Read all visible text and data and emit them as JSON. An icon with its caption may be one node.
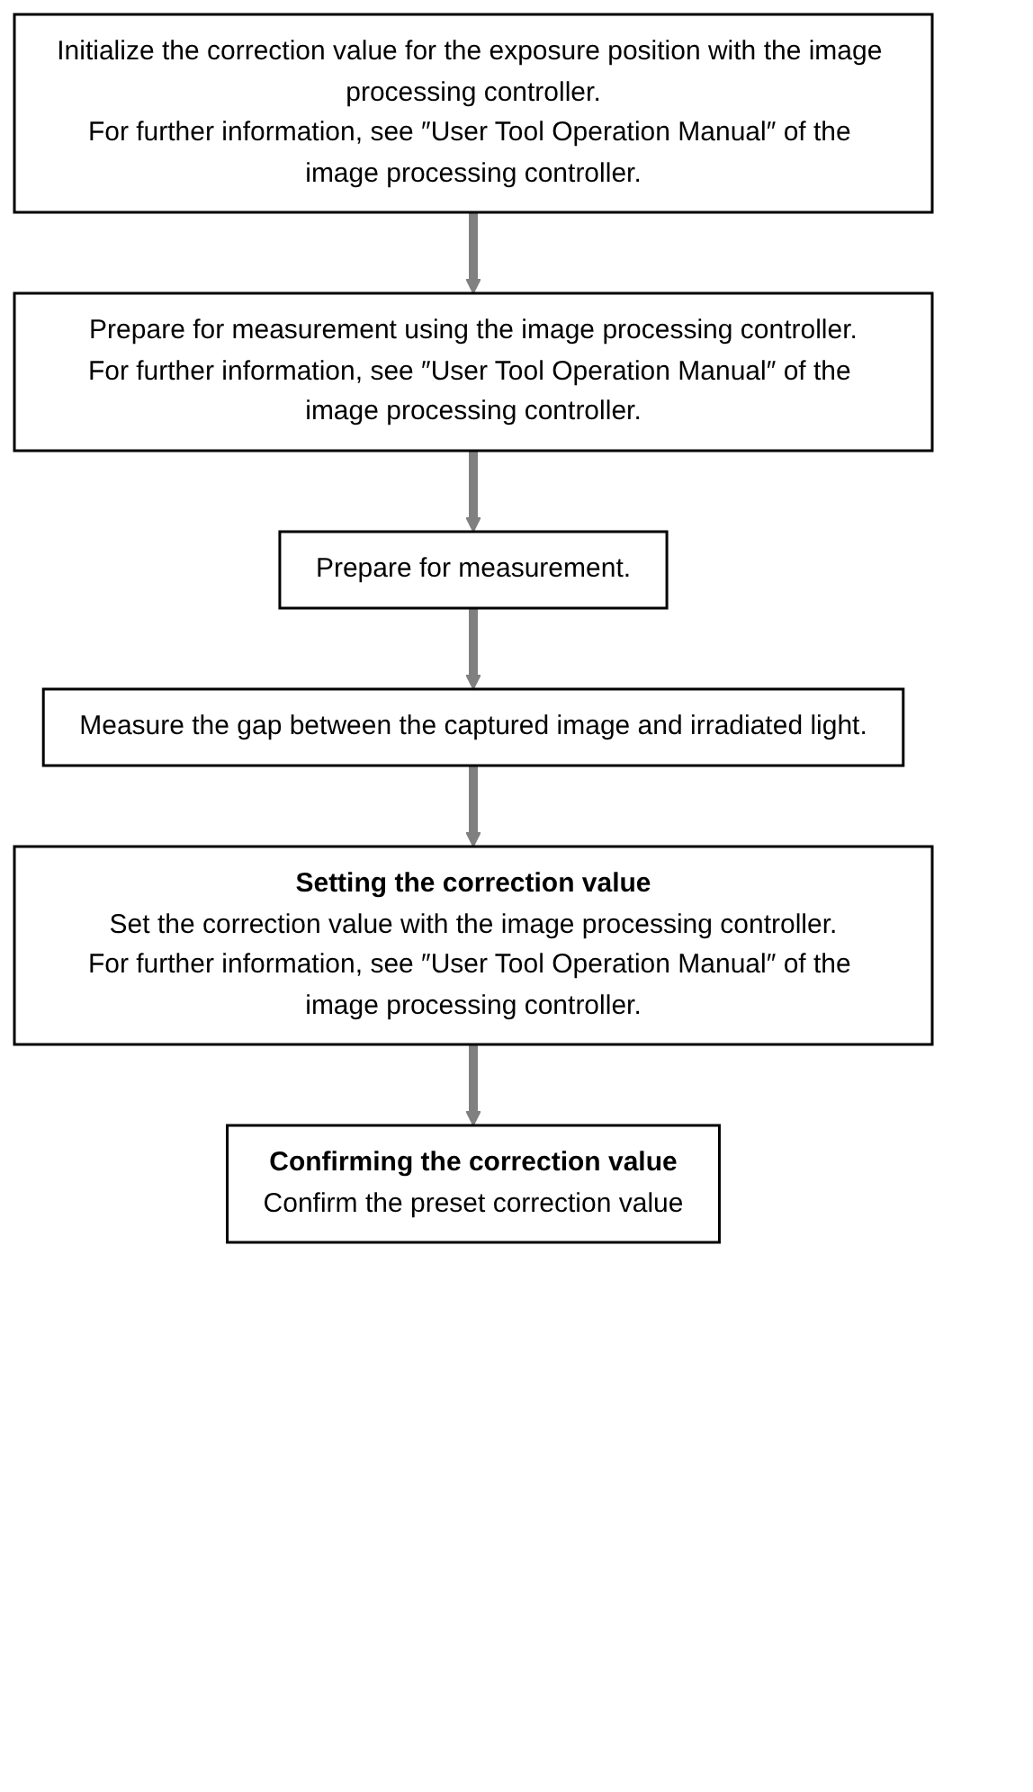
{
  "diagram": {
    "nodes": [
      {
        "text": [
          "Initialize the correction value for the exposure position with the image processing controller.",
          "For further information, see ″User Tool Operation Manual″ of the image processing controller."
        ]
      },
      {
        "text": [
          "Prepare for measurement using the image processing controller.",
          "For further information, see ″User Tool Operation Manual″ of the image processing controller."
        ]
      },
      {
        "text": [
          "Prepare for measurement."
        ]
      },
      {
        "text": [
          "Measure the gap between the captured image and irradiated light."
        ]
      },
      {
        "text": [
          "Setting the correction value",
          "Set the correction value with the image processing controller.",
          "For further information, see ″User Tool Operation Manual″ of the image processing controller."
        ]
      },
      {
        "text": [
          "Confirming the correction value",
          "Confirm the preset correction value"
        ]
      }
    ],
    "edges": [
      {
        "from": 0,
        "to": 1,
        "arrow": "to"
      },
      {
        "from": 1,
        "to": 2,
        "arrow": "to"
      },
      {
        "from": 2,
        "to": 3,
        "arrow": "to"
      },
      {
        "from": 3,
        "to": 4,
        "arrow": "to"
      },
      {
        "from": 4,
        "to": 5,
        "arrow": "to"
      }
    ]
  }
}
